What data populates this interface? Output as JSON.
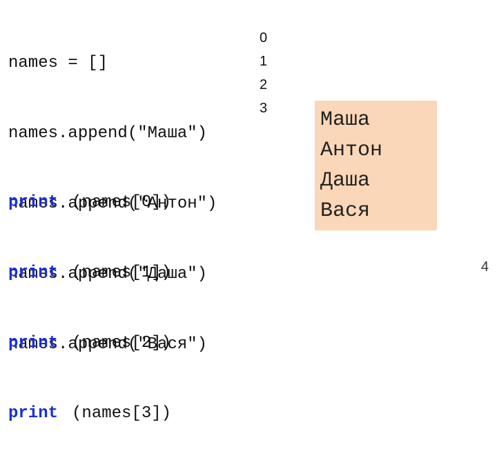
{
  "code": {
    "init_line": "names = []",
    "append_lines": [
      "names.append(\"Маша\")",
      "names.append(\"Антон\")",
      "names.append(\"Даша\")",
      "names.append(\"Вася\")"
    ],
    "print_keyword": "print",
    "print_args": [
      {
        "prefix": "(names[",
        "index": "0",
        "suffix": "])"
      },
      {
        "prefix": "(names[",
        "index": "1",
        "suffix": "])"
      },
      {
        "prefix": "(names[",
        "index": "2",
        "suffix": "])"
      },
      {
        "prefix": "(names[",
        "index": "3",
        "suffix": "])"
      }
    ]
  },
  "indices": [
    "0",
    "1",
    "2",
    "3"
  ],
  "output": [
    "Маша",
    "Антон",
    "Даша",
    "Вася"
  ],
  "page_number": "4",
  "colors": {
    "keyword": "#1a2fd6",
    "output_bg": "#fad7b8"
  }
}
